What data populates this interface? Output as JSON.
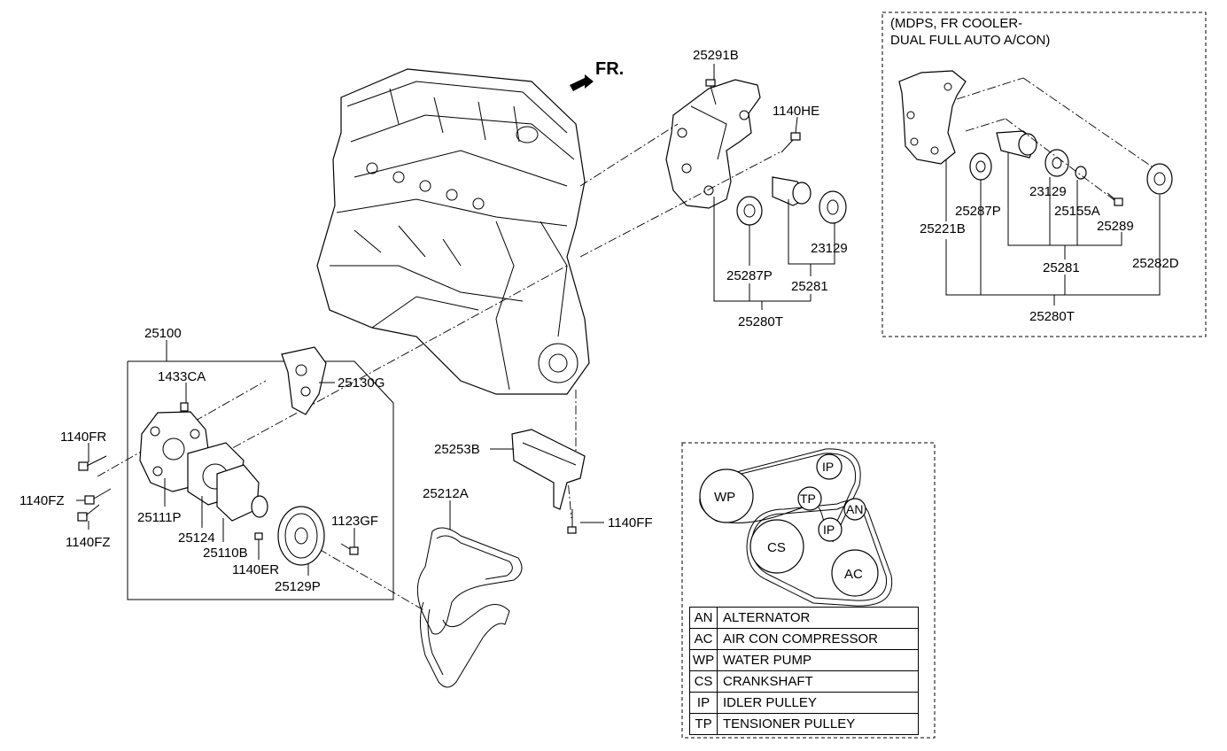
{
  "direction_marker": "FR.",
  "option_note": {
    "line1": "(MDPS, FR COOLER-",
    "line2": "DUAL FULL AUTO A/CON)"
  },
  "parts": {
    "p25291B": "25291B",
    "p1140HE": "1140HE",
    "p25287P": "25287P",
    "p23129": "23129",
    "p25281": "25281",
    "p25280T": "25280T",
    "p25100": "25100",
    "p1433CA": "1433CA",
    "p25130G": "25130G",
    "p1140FR": "1140FR",
    "p1140FZ_a": "1140FZ",
    "p1140FZ_b": "1140FZ",
    "p25111P": "25111P",
    "p25124": "25124",
    "p25110B": "25110B",
    "p1140ER": "1140ER",
    "p1123GF": "1123GF",
    "p25129P": "25129P",
    "p25253B": "25253B",
    "p1140FF": "1140FF",
    "p25212A": "25212A",
    "opt_25221B": "25221B",
    "opt_25287P": "25287P",
    "opt_23129": "23129",
    "opt_25155A": "25155A",
    "opt_25289": "25289",
    "opt_25281": "25281",
    "opt_25282D": "25282D",
    "opt_25280T": "25280T"
  },
  "belt_layout": {
    "pulleys": [
      "WP",
      "IP",
      "TP",
      "CS",
      "IP",
      "AN",
      "AC"
    ]
  },
  "legend": [
    {
      "code": "AN",
      "desc": "ALTERNATOR"
    },
    {
      "code": "AC",
      "desc": "AIR CON COMPRESSOR"
    },
    {
      "code": "WP",
      "desc": "WATER PUMP"
    },
    {
      "code": "CS",
      "desc": "CRANKSHAFT"
    },
    {
      "code": "IP",
      "desc": "IDLER PULLEY"
    },
    {
      "code": "TP",
      "desc": "TENSIONER PULLEY"
    }
  ]
}
